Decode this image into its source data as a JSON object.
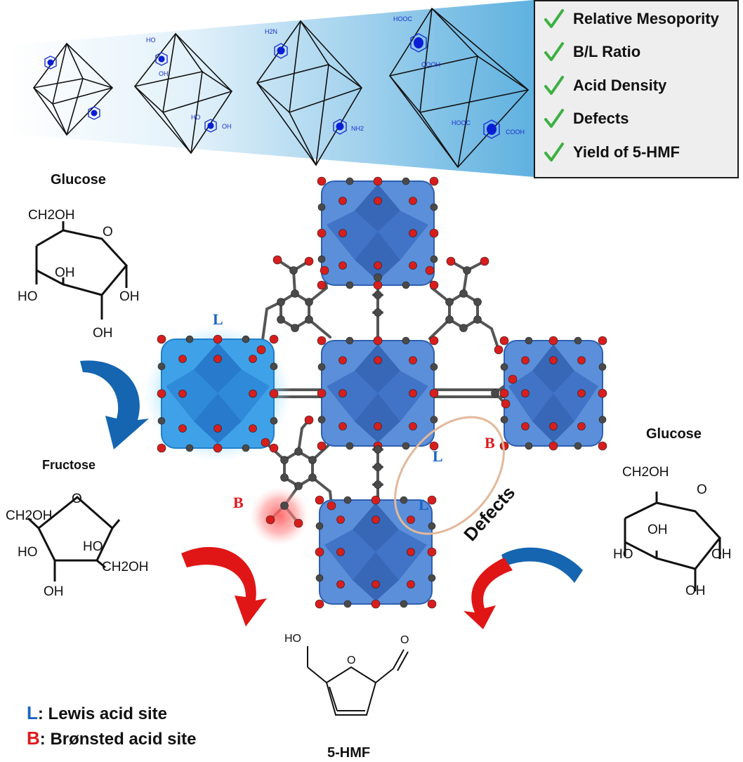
{
  "properties_panel": {
    "items": [
      "Relative Mesopority",
      "B/L Ratio",
      "Acid Density",
      "Defects",
      "Yield of 5-HMF"
    ],
    "check_color": "#3cb043"
  },
  "linkers": {
    "bdc_oh2": {
      "oh_top": "HO",
      "oh_bottom": "OH",
      "oh_left": "HO",
      "oh_right": "OH"
    },
    "bdc_nh2": {
      "top": "H2N",
      "bottom": "NH2"
    },
    "btec": {
      "top_left": "HOOC",
      "top_right": "COOH",
      "bottom_left": "HOOC",
      "bottom_right": "COOH"
    }
  },
  "molecules": {
    "glucose_left_title": "Glucose",
    "glucose_right_title": "Glucose",
    "fructose_title": "Fructose",
    "hmf_title": "5-HMF",
    "glucose": {
      "ch2oh": "CH2OH",
      "ring_o": "O",
      "oh": "OH",
      "ho": "HO"
    },
    "fructose": {
      "ch2oh": "CH2OH",
      "ring_o": "O",
      "ho": "HO",
      "oh": "OH"
    },
    "hmf": {
      "ho": "HO",
      "ring_o": "O",
      "ald_o": "O"
    }
  },
  "mof": {
    "site_labels": {
      "lewis_cluster": "L",
      "lewis_defect_1": "L",
      "lewis_defect_2": "L",
      "bronsted_defect": "B",
      "bronsted_linker": "B"
    },
    "defects_label": "Defects"
  },
  "legend": {
    "lewis_key": "L",
    "lewis_text": ": Lewis acid site",
    "bronsted_key": "B",
    "bronsted_text": ": Brønsted acid site"
  },
  "colors": {
    "lewis": "#1a63c4",
    "bronsted": "#e0191c",
    "cluster_blue": "#5b8fd9",
    "oxygen_red": "#d81d1d",
    "carbon_gray": "#4a4a4a",
    "linker_blue": "#0a1ed6",
    "banner_blue": "#6ab7e3",
    "defect_ring": "#e3b89a",
    "arrow_blue": "#1565b0",
    "arrow_red": "#e01616"
  }
}
